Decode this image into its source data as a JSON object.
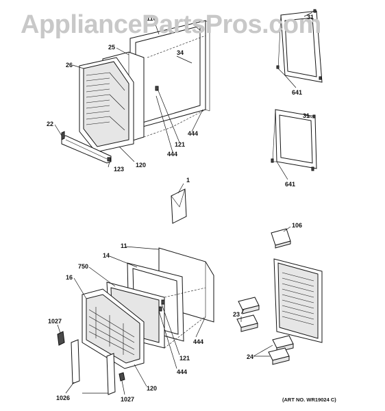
{
  "watermark": "AppliancePartsPros.com",
  "art_number": "(ART NO. WR19024 C)",
  "callouts": {
    "c110": "110",
    "c25": "25",
    "c34": "34",
    "c26": "26",
    "c121a": "121",
    "c444a": "444",
    "c444b": "444",
    "c22": "22",
    "c123": "123",
    "c120a": "120",
    "c31a": "31",
    "c641a": "641",
    "c31b": "31",
    "c641b": "641",
    "c1": "1",
    "c106": "106",
    "c11": "11",
    "c14": "14",
    "c750": "750",
    "c16": "16",
    "c444c": "444",
    "c121b": "121",
    "c444d": "444",
    "c1027a": "1027",
    "c1026": "1026",
    "c1027b": "1027",
    "c120b": "120",
    "c23": "23",
    "c24": "24"
  }
}
